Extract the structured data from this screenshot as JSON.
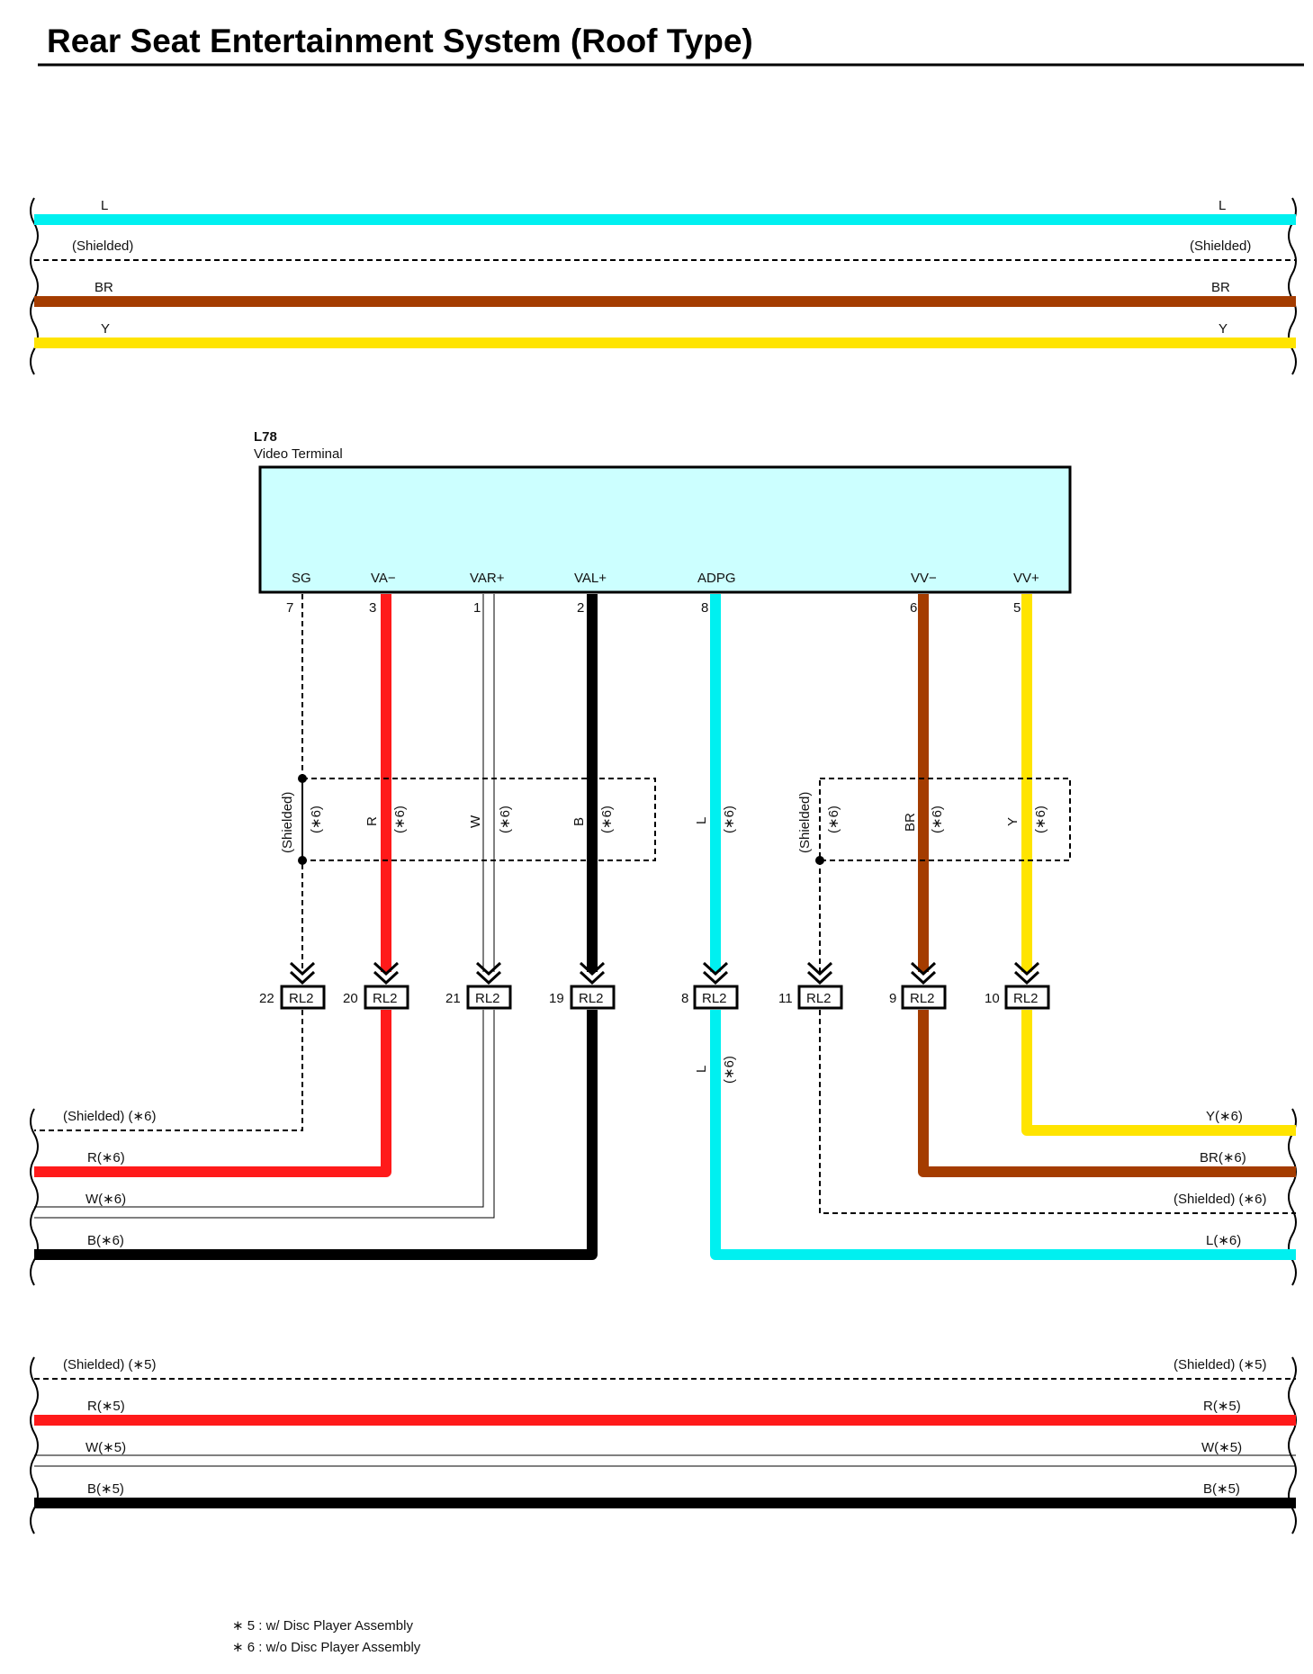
{
  "title": "Rear Seat Entertainment System (Roof Type)",
  "colors": {
    "L": "#00f0f0",
    "BR": "#a43c00",
    "Y": "#ffe400",
    "R": "#ff1a1a",
    "B": "#000000",
    "W": "#ffffff",
    "Shielded": "#000000",
    "terminal_fill": "#ccffff"
  },
  "top_wires": [
    {
      "label_left": "L",
      "label_right": "L",
      "color": "L",
      "style": "thick"
    },
    {
      "label_left": "(Shielded)",
      "label_right": "(Shielded)",
      "color": "Shielded",
      "style": "dashed"
    },
    {
      "label_left": "BR",
      "label_right": "BR",
      "color": "BR",
      "style": "thick"
    },
    {
      "label_left": "Y",
      "label_right": "Y",
      "color": "Y",
      "style": "thick"
    }
  ],
  "connector": {
    "id": "L78",
    "name": "Video Terminal",
    "pins": [
      {
        "label": "SG",
        "pin": "7"
      },
      {
        "label": "VA−",
        "pin": "3"
      },
      {
        "label": "VAR+",
        "pin": "1"
      },
      {
        "label": "VAL+",
        "pin": "2"
      },
      {
        "label": "ADPG",
        "pin": "8"
      },
      {
        "label": "VV−",
        "pin": "6"
      },
      {
        "label": "VV+",
        "pin": "5"
      }
    ]
  },
  "shield_labels": {
    "left": [
      {
        "wire": "(Shielded)",
        "note": "(∗6)"
      },
      {
        "wire": "R",
        "note": "(∗6)"
      },
      {
        "wire": "W",
        "note": "(∗6)"
      },
      {
        "wire": "B",
        "note": "(∗6)"
      }
    ],
    "adpg": {
      "wire": "L",
      "note": "(∗6)"
    },
    "right": [
      {
        "wire": "(Shielded)",
        "note": "(∗6)"
      },
      {
        "wire": "BR",
        "note": "(∗6)"
      },
      {
        "wire": "Y",
        "note": "(∗6)"
      }
    ]
  },
  "junction_connectors": [
    {
      "pin": "22",
      "id": "RL2"
    },
    {
      "pin": "20",
      "id": "RL2"
    },
    {
      "pin": "21",
      "id": "RL2"
    },
    {
      "pin": "19",
      "id": "RL2"
    },
    {
      "pin": "8",
      "id": "RL2"
    },
    {
      "pin": "11",
      "id": "RL2"
    },
    {
      "pin": "9",
      "id": "RL2"
    },
    {
      "pin": "10",
      "id": "RL2"
    }
  ],
  "below_adpg": {
    "wire": "L",
    "note": "(∗6)"
  },
  "mid_wires_left": [
    {
      "label": "(Shielded) (∗6)"
    },
    {
      "label": "R(∗6)"
    },
    {
      "label": "W(∗6)"
    },
    {
      "label": "B(∗6)"
    }
  ],
  "mid_wires_right": [
    {
      "label": "Y(∗6)"
    },
    {
      "label": "BR(∗6)"
    },
    {
      "label": "(Shielded) (∗6)"
    },
    {
      "label": "L(∗6)"
    }
  ],
  "bottom_wires": [
    {
      "label_left": "(Shielded) (∗5)",
      "label_right": "(Shielded) (∗5)",
      "color": "Shielded",
      "style": "dashed"
    },
    {
      "label_left": "R(∗5)",
      "label_right": "R(∗5)",
      "color": "R",
      "style": "thick"
    },
    {
      "label_left": "W(∗5)",
      "label_right": "W(∗5)",
      "color": "W",
      "style": "double"
    },
    {
      "label_left": "B(∗5)",
      "label_right": "B(∗5)",
      "color": "B",
      "style": "thick"
    }
  ],
  "notes": [
    "∗ 5 : w/ Disc Player Assembly",
    "∗ 6 : w/o Disc Player Assembly"
  ]
}
